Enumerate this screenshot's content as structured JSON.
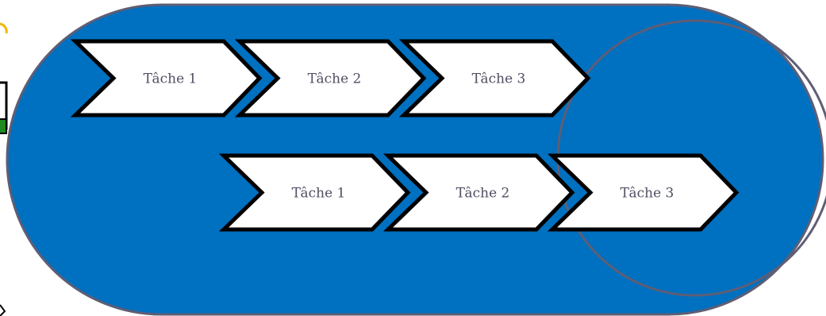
{
  "colors": {
    "pill_fill": "#0070c0",
    "pill_border": "#5e5e75",
    "chevron_fill": "#ffffff",
    "chevron_stroke": "#000000",
    "label_color": "#4f4f63"
  },
  "rows": [
    {
      "tasks": [
        {
          "label": "Tâche 1"
        },
        {
          "label": "Tâche 2"
        },
        {
          "label": "Tâche 3"
        }
      ]
    },
    {
      "tasks": [
        {
          "label": "Tâche 1"
        },
        {
          "label": "Tâche 2"
        },
        {
          "label": "Tâche 3"
        }
      ]
    }
  ]
}
